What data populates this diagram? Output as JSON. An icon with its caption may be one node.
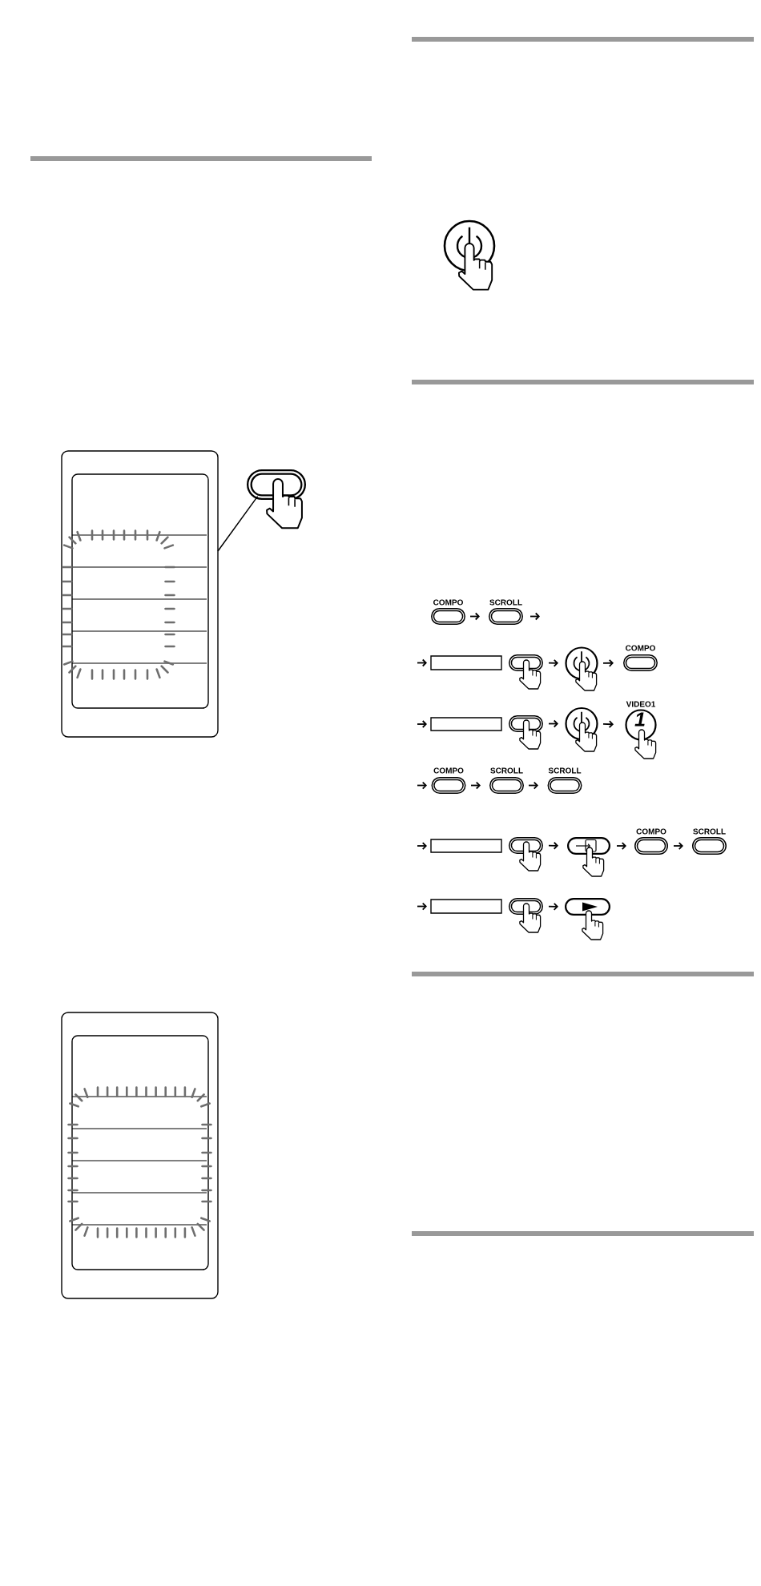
{
  "diagram": {
    "nodes": [
      {
        "text": [],
        "shape": "picture"
      },
      {
        "text": [],
        "shape": "picture"
      },
      {
        "text": [],
        "shape": "picture"
      },
      {
        "text": [],
        "shape": "picture"
      },
      {
        "text": [
          "COMPO"
        ]
      },
      {
        "text": [
          "SCROLL"
        ]
      },
      {
        "text": [],
        "shape": "box"
      },
      {
        "text": [],
        "shape": "picture"
      },
      {
        "text": [],
        "shape": "picture"
      },
      {
        "text": [
          "COMPO"
        ]
      },
      {
        "text": [],
        "shape": "box"
      },
      {
        "text": [],
        "shape": "picture"
      },
      {
        "text": [],
        "shape": "picture"
      },
      {
        "text": [
          "VIDEO1",
          "1"
        ]
      },
      {
        "text": [
          "COMPO"
        ]
      },
      {
        "text": [
          "SCROLL"
        ]
      },
      {
        "text": [
          "SCROLL"
        ]
      },
      {
        "text": [],
        "shape": "box"
      },
      {
        "text": [],
        "shape": "picture"
      },
      {
        "text": [],
        "shape": "picture"
      },
      {
        "text": [
          "COMPO"
        ]
      },
      {
        "text": [
          "SCROLL"
        ]
      },
      {
        "text": [],
        "shape": "box"
      },
      {
        "text": [],
        "shape": "picture"
      },
      {
        "text": [],
        "shape": "picture"
      }
    ],
    "edges": [
      {
        "from": 1,
        "to": 0,
        "arrow": "none"
      },
      {
        "from": 4,
        "to": 5,
        "arrow": "to"
      },
      {
        "from": 5,
        "to": null,
        "arrow": "to"
      },
      {
        "from": null,
        "to": 6,
        "arrow": "to"
      },
      {
        "from": 7,
        "to": 8,
        "arrow": "to"
      },
      {
        "from": 8,
        "to": 9,
        "arrow": "to"
      },
      {
        "from": null,
        "to": 10,
        "arrow": "to"
      },
      {
        "from": 11,
        "to": 12,
        "arrow": "to"
      },
      {
        "from": 12,
        "to": 13,
        "arrow": "to"
      },
      {
        "from": null,
        "to": 14,
        "arrow": "to"
      },
      {
        "from": 14,
        "to": 15,
        "arrow": "to"
      },
      {
        "from": 15,
        "to": 16,
        "arrow": "to"
      },
      {
        "from": null,
        "to": 17,
        "arrow": "to"
      },
      {
        "from": 18,
        "to": 19,
        "arrow": "to"
      },
      {
        "from": 19,
        "to": 20,
        "arrow": "to"
      },
      {
        "from": 20,
        "to": 21,
        "arrow": "to"
      },
      {
        "from": null,
        "to": 22,
        "arrow": "to"
      },
      {
        "from": 23,
        "to": 24,
        "arrow": "to"
      }
    ]
  }
}
